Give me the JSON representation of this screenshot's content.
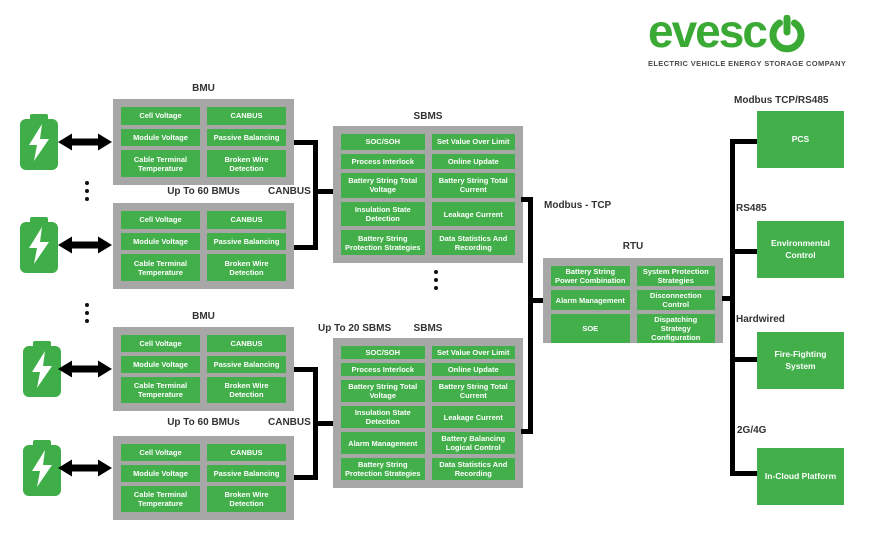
{
  "logo": {
    "wordmark_prefix": "evesc",
    "tagline": "ELECTRIC VEHICLE ENERGY STORAGE COMPANY",
    "green": "#3aaa35"
  },
  "colors": {
    "cell_green": "#42af4a",
    "panel_gray": "#a7a7a7",
    "connector_black": "#000000",
    "label_dark": "#333333",
    "cell_text": "#ffffff"
  },
  "bmu": {
    "title": "BMU",
    "count_label": "Up To 60 BMUs",
    "bus_label": "CANBUS",
    "cells": [
      "Cell Voltage",
      "CANBUS",
      "Module Voltage",
      "Passive Balancing",
      "Cable Terminal Temperature",
      "Broken Wire Detection"
    ]
  },
  "sbms_top": {
    "title": "SBMS",
    "cells": [
      "SOC/SOH",
      "Set Value Over Limit",
      "Process Interlock",
      "Online Update",
      "Battery String Total Voltage",
      "Battery String Total Current",
      "Insulation State Detection",
      "Leakage Current",
      "Battery String Protection Strategies",
      "Data Statistics And Recording"
    ]
  },
  "sbms_bottom": {
    "title": "SBMS",
    "count_label": "Up To 20 SBMS",
    "cells": [
      "SOC/SOH",
      "Set Value Over Limit",
      "Process Interlock",
      "Online Update",
      "Battery String Total Voltage",
      "Battery String Total Current",
      "Insulation State Detection",
      "Leakage Current",
      "Alarm Management",
      "Battery Balancing Logical Control",
      "Battery String Protection Strategies",
      "Data Statistics And Recording"
    ]
  },
  "rtu": {
    "title": "RTU",
    "bus_label": "Modbus - TCP",
    "cells": [
      "Battery String Power Combination",
      "System Protection Strategies",
      "Alarm Management",
      "Disconnection Control",
      "SOE",
      "Dispatching Strategy Configuration"
    ]
  },
  "right_column": [
    {
      "bus_label": "Modbus TCP/RS485",
      "box_label": "PCS"
    },
    {
      "bus_label": "RS485",
      "box_label": "Environmental Control"
    },
    {
      "bus_label": "Hardwired",
      "box_label": "Fire-Fighting System"
    },
    {
      "bus_label": "2G/4G",
      "box_label": "In-Cloud Platform"
    }
  ]
}
